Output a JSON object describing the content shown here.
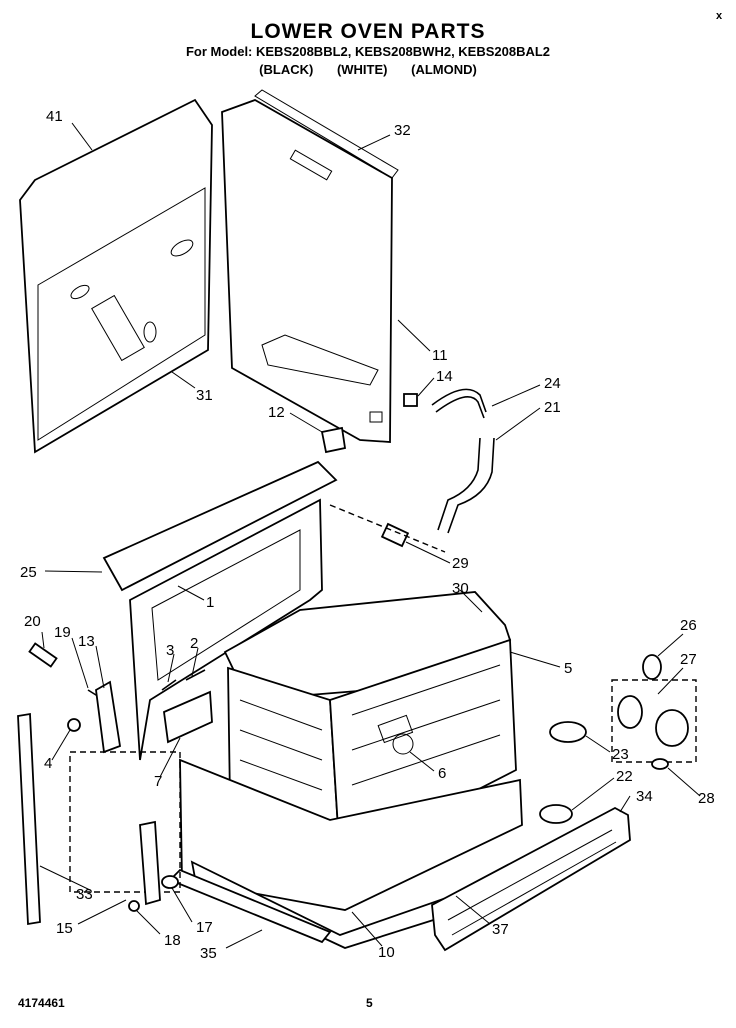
{
  "header": {
    "title": "LOWER OVEN PARTS",
    "models": "For Model: KEBS208BBL2, KEBS208BWH2, KEBS208BAL2",
    "colors": [
      "(BLACK)",
      "(WHITE)",
      "(ALMOND)"
    ]
  },
  "corner_mark": "x",
  "footer": {
    "part_code": "4174461",
    "page_number": "5"
  },
  "callouts": [
    "41",
    "32",
    "11",
    "31",
    "14",
    "24",
    "21",
    "12",
    "25",
    "29",
    "30",
    "1",
    "20",
    "19",
    "13",
    "3",
    "2",
    "26",
    "27",
    "5",
    "4",
    "7",
    "6",
    "23",
    "22",
    "34",
    "28",
    "33",
    "15",
    "18",
    "17",
    "35",
    "10",
    "37"
  ]
}
